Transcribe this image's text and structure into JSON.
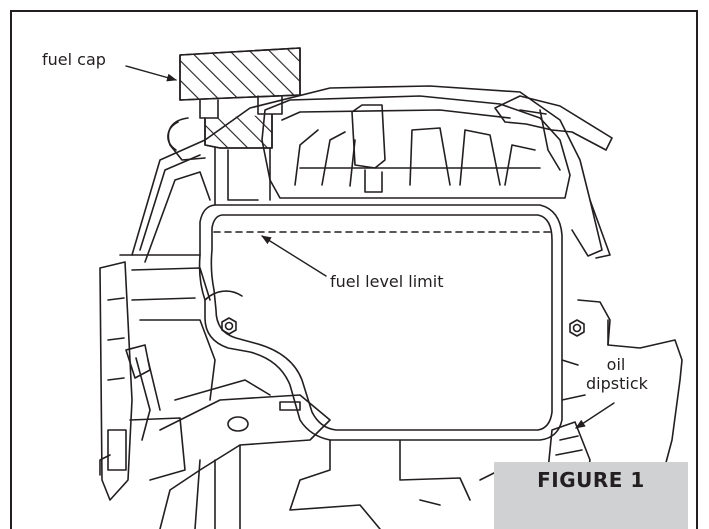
{
  "labels": {
    "fuel_cap": "fuel cap",
    "fuel_level_limit": "fuel level limit",
    "oil_dipstick_line1": "oil",
    "oil_dipstick_line2": "dipstick"
  },
  "figure_badge": "FIGURE 1",
  "colors": {
    "line": "#231f20",
    "badge_bg": "#d0d1d3",
    "background": "#ffffff"
  },
  "icons": [
    "arrow-pointer",
    "hex-bolt",
    "dashed-level-line",
    "hatched-fuel-cap"
  ]
}
